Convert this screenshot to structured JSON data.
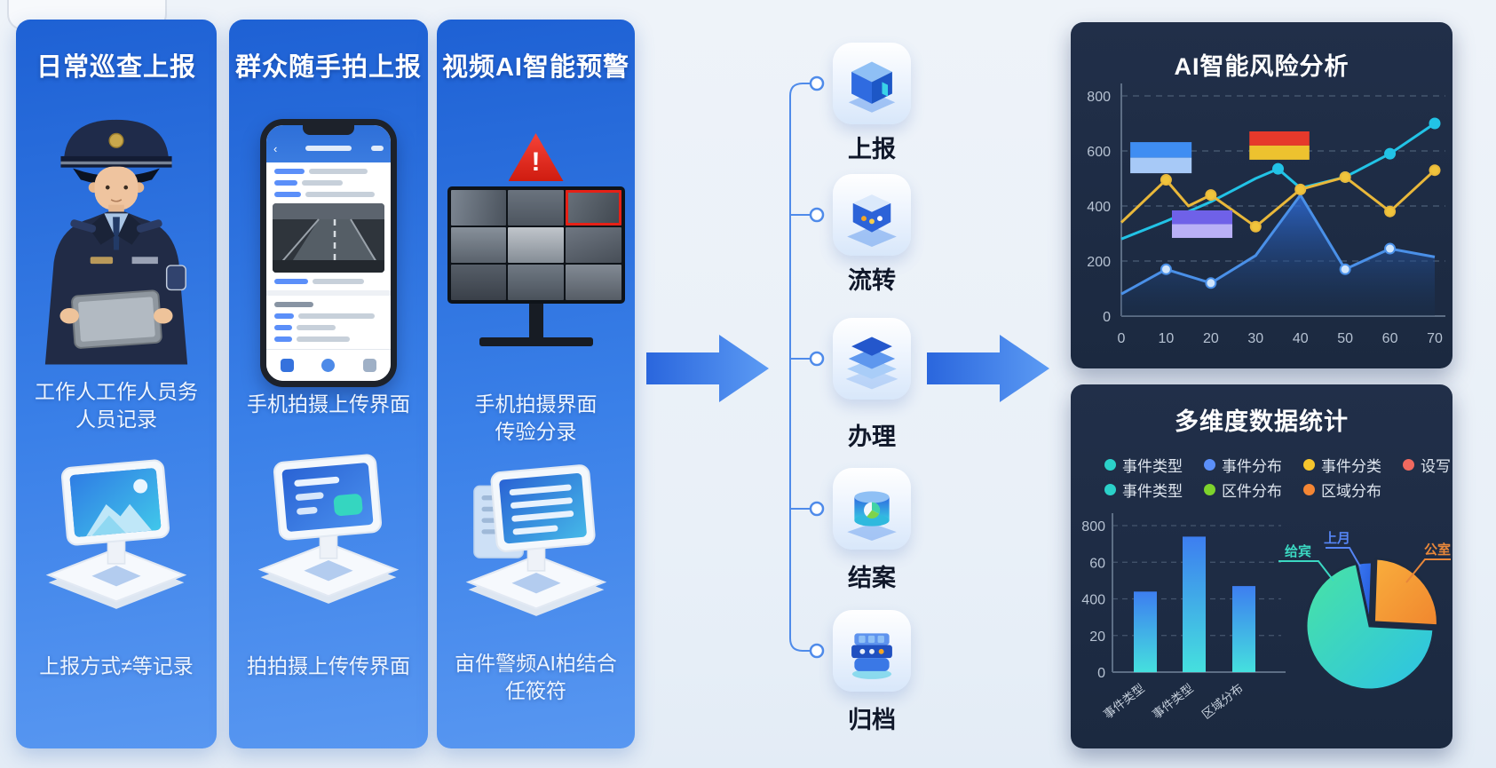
{
  "left_panels": [
    {
      "title": "日常巡查上报",
      "caption_top_line1": "工作人工作人员务",
      "caption_top_line2": "人员记录",
      "caption_bottom_line1": "上报方式≠等记录",
      "caption_bottom_line2": ""
    },
    {
      "title": "群众随手拍上报",
      "caption_top_line1": "手机拍摄上传界面",
      "caption_top_line2": "",
      "caption_bottom_line1": "拍拍摄上传传界面",
      "caption_bottom_line2": ""
    },
    {
      "title": "视频AI智能预警",
      "caption_top_line1": "手机拍摄界面",
      "caption_top_line2": "传验分录",
      "caption_bottom_line1": "亩件警频AI柏结合",
      "caption_bottom_line2": "任筱符"
    }
  ],
  "flow_steps": [
    {
      "label": "上报",
      "icon": "cube-icon"
    },
    {
      "label": "流转",
      "icon": "open-box-icon"
    },
    {
      "label": "办理",
      "icon": "layers-icon"
    },
    {
      "label": "结案",
      "icon": "database-icon"
    },
    {
      "label": "归档",
      "icon": "archive-icon"
    }
  ],
  "risk_panel": {
    "title": "AI智能风险分析"
  },
  "stats_panel": {
    "title": "多维度数据统计",
    "legend_rows": [
      [
        {
          "label": "事件类型",
          "color": "#2bd1c9"
        },
        {
          "label": "事件分布",
          "color": "#5b8ff9"
        },
        {
          "label": "事件分类",
          "color": "#f6c62d"
        },
        {
          "label": "设写",
          "color": "#f0695f"
        }
      ],
      [
        {
          "label": "事件类型",
          "color": "#2bd1c9"
        },
        {
          "label": "区件分布",
          "color": "#7ed32c"
        },
        {
          "label": "区域分布",
          "color": "#f58634"
        }
      ]
    ]
  },
  "colors": {
    "panel_blue": "#2e6fdd",
    "dark_panel": "#1b2940",
    "arrow_blue": "#3a7bea",
    "alert_red": "#e62117"
  },
  "chart_data": [
    {
      "type": "line",
      "title": "AI智能风险分析",
      "xlabel": "",
      "ylabel": "",
      "xlim": [
        0,
        70
      ],
      "ylim": [
        0,
        800
      ],
      "x_ticks": [
        0,
        10,
        20,
        30,
        40,
        50,
        60,
        70
      ],
      "y_ticks": [
        0,
        200,
        400,
        600,
        800
      ],
      "grid": "dashed-horizontal",
      "legend_position": "none",
      "series": [
        {
          "name": "blue-area-series",
          "color": "#4a90e8",
          "area": true,
          "dot_color": "#cfe4fb",
          "points": [
            [
              0,
              80
            ],
            [
              10,
              170
            ],
            [
              20,
              120
            ],
            [
              30,
              220
            ],
            [
              40,
              440
            ],
            [
              50,
              170
            ],
            [
              60,
              245
            ],
            [
              70,
              215
            ]
          ],
          "dot_xs": [
            10,
            20,
            50,
            60
          ]
        },
        {
          "name": "cyan-series",
          "color": "#22c3e6",
          "dot_color": "#22c3e6",
          "points": [
            [
              0,
              280
            ],
            [
              10,
              345
            ],
            [
              20,
              415
            ],
            [
              30,
              500
            ],
            [
              35,
              535
            ],
            [
              40,
              465
            ],
            [
              50,
              505
            ],
            [
              60,
              590
            ],
            [
              70,
              700
            ]
          ],
          "dot_xs": [
            35,
            50,
            60,
            70
          ]
        },
        {
          "name": "yellow-series",
          "color": "#e9b83a",
          "dot_color": "#f0c43c",
          "points": [
            [
              0,
              340
            ],
            [
              10,
              495
            ],
            [
              15,
              400
            ],
            [
              20,
              440
            ],
            [
              30,
              325
            ],
            [
              40,
              460
            ],
            [
              50,
              505
            ],
            [
              60,
              380
            ],
            [
              70,
              530
            ]
          ],
          "dot_xs": [
            10,
            20,
            30,
            40,
            50,
            60,
            70
          ]
        }
      ],
      "highlight_blocks": [
        {
          "x_range": [
            2,
            15.7
          ],
          "v_range": [
            519,
            632
          ],
          "colors": [
            "#3f8df2",
            "#a7c9f7"
          ]
        },
        {
          "x_range": [
            28.6,
            42
          ],
          "v_range": [
            568,
            671
          ],
          "colors": [
            "#e6392b",
            "#edc22f"
          ]
        },
        {
          "x_range": [
            11.3,
            24.8
          ],
          "v_range": [
            284,
            384
          ],
          "colors": [
            "#6f61e8",
            "#b9b0f6"
          ]
        }
      ]
    },
    {
      "type": "bar",
      "categories": [
        "事件类型",
        "事件类型",
        "区域分布"
      ],
      "values": [
        440,
        740,
        470
      ],
      "y_tick_labels": [
        "800",
        "60",
        "400",
        "20",
        "0"
      ],
      "y_tick_values": [
        800,
        600,
        400,
        200,
        0
      ],
      "ylim": [
        0,
        800
      ],
      "grid": "dashed-horizontal",
      "bar_gradient": [
        "#3d7ef0",
        "#45e0de"
      ]
    },
    {
      "type": "pie",
      "start_angle_deg": -3,
      "slices": [
        {
          "label": "公室",
          "angle_deg": 91,
          "colors": [
            "#f9ae3d",
            "#f0862e"
          ],
          "label_color": "#e8873a",
          "explode": true
        },
        {
          "label": "上月",
          "angle_deg": 14,
          "colors": [
            "#3a78f2",
            "#2257d8"
          ],
          "label_color": "#5585f5",
          "explode": false
        },
        {
          "label": "给宾",
          "angle_deg": 255,
          "colors": [
            "#49e3a4",
            "#2cc2e6"
          ],
          "label_color": "#3bd8c2",
          "explode": false
        }
      ]
    }
  ]
}
